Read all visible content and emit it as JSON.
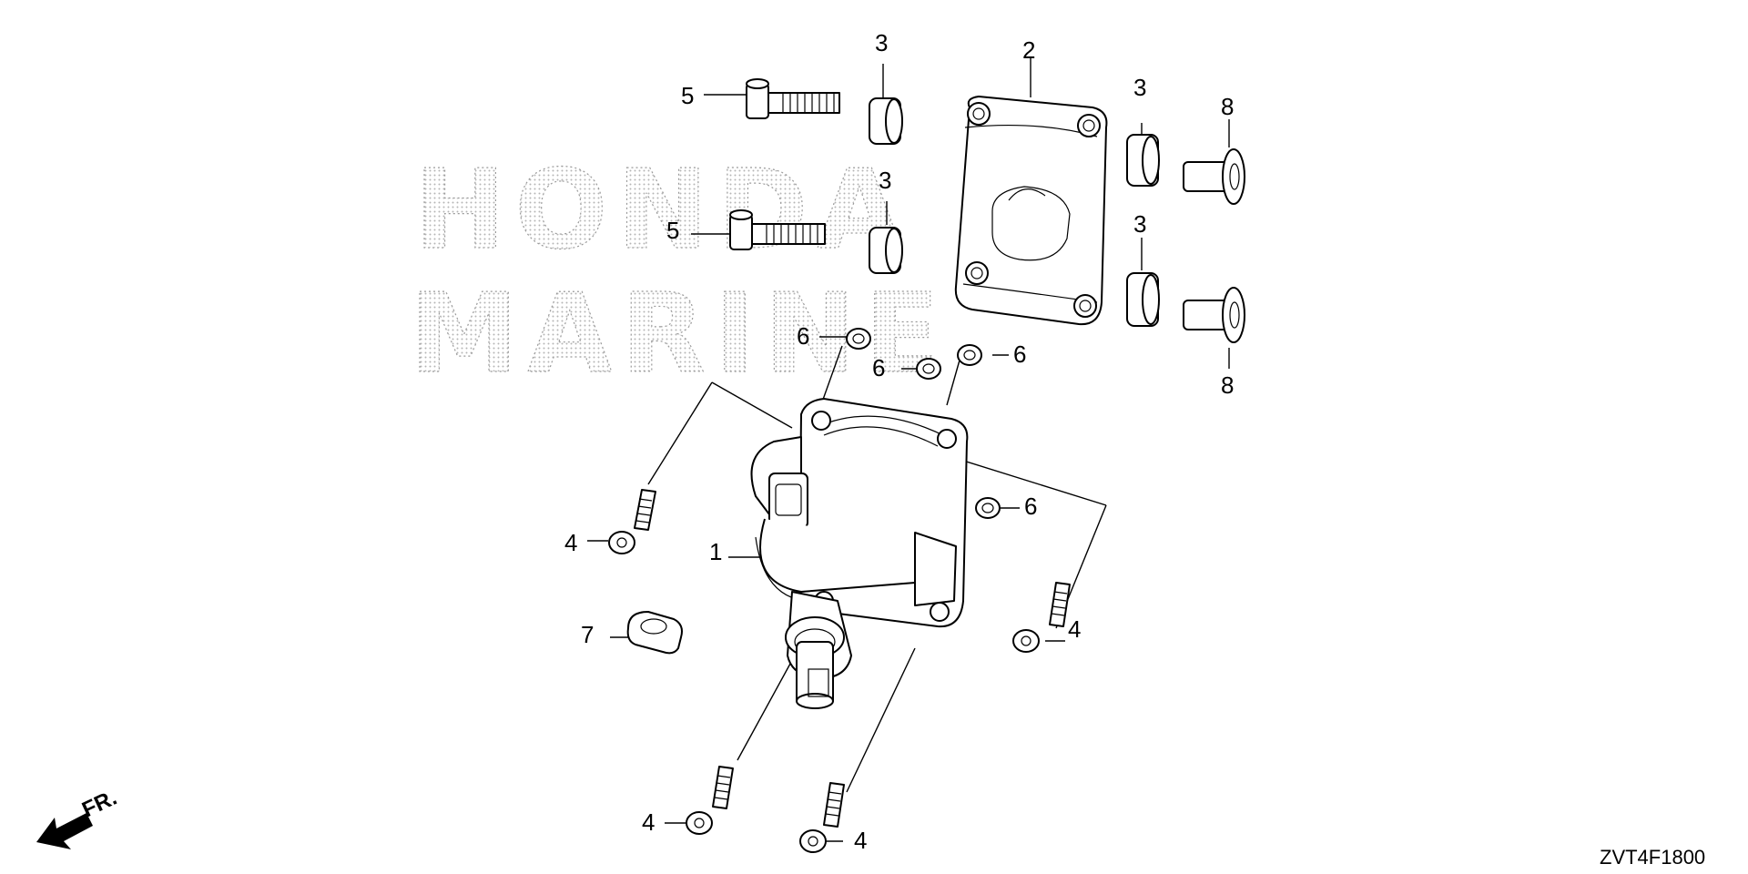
{
  "watermark": {
    "line1": "HONDA",
    "line2": "MARINE"
  },
  "callouts": {
    "c1": "1",
    "c2": "2",
    "c3a": "3",
    "c3b": "3",
    "c3c": "3",
    "c3d": "3",
    "c4a": "4",
    "c4b": "4",
    "c4c": "4",
    "c4d": "4",
    "c5a": "5",
    "c5b": "5",
    "c6a": "6",
    "c6b": "6",
    "c6c": "6",
    "c6d": "6",
    "c7": "7",
    "c8a": "8",
    "c8b": "8"
  },
  "direction": {
    "label": "FR."
  },
  "diagram_code": "ZVT4F1800",
  "icons": {
    "direction": "front-arrow-icon"
  }
}
